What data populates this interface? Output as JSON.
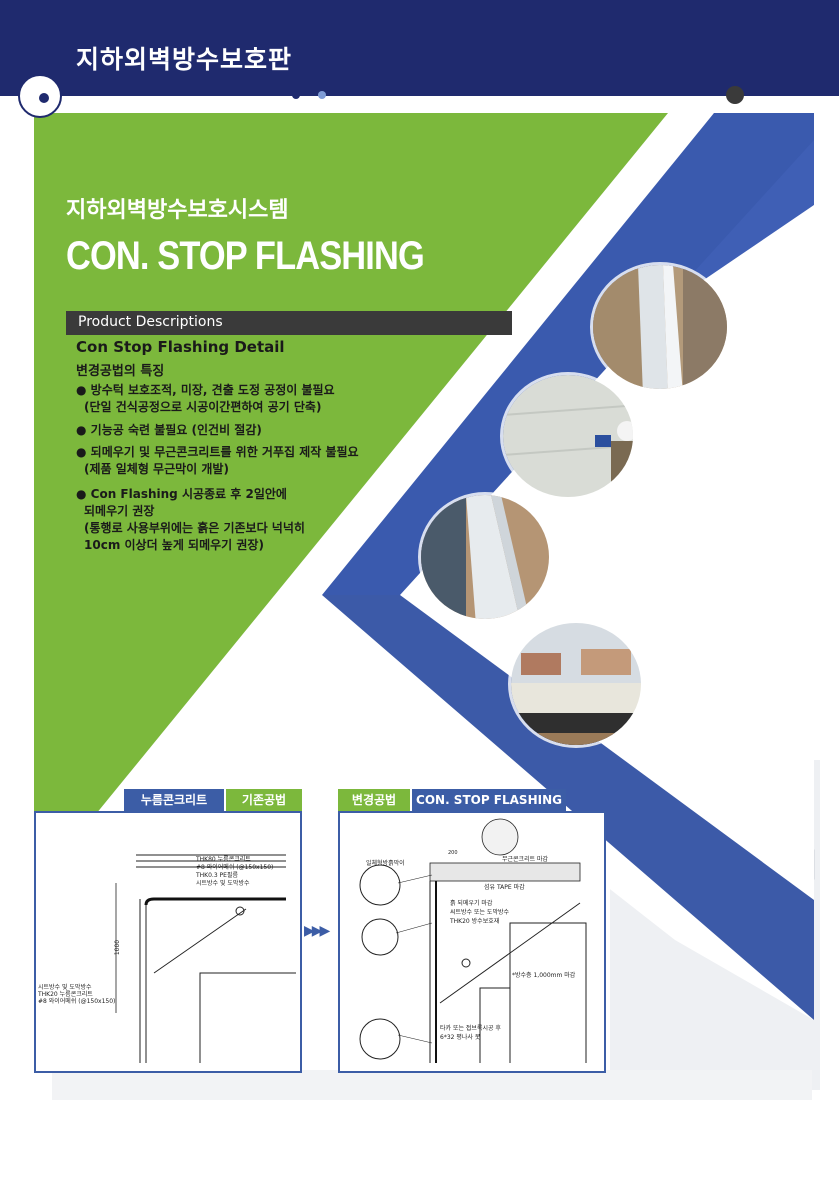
{
  "header": {
    "title": "지하외벽방수보호판"
  },
  "hero": {
    "system_title": "지하외벽방수보호시스템",
    "product_title": "CON. STOP FLASHING"
  },
  "descriptions": {
    "bar_label": "Product Descriptions",
    "detail_title": "Con Stop Flashing Detail",
    "feature_title": "변경공법의 특징",
    "bullets": [
      {
        "main": "● 방수턱 보호조적, 미장, 견출 도정 공정이 불필요",
        "sub": "(단일 건식공정으로 시공이간편하여 공기 단축)"
      },
      {
        "main": "● 기능공 숙련 불필요 (인건비 절감)",
        "sub": ""
      },
      {
        "main": "● 되메우기 및 무근콘크리트를 위한 거푸집 제작 불필요",
        "sub": "(제품 일체형 무근막이 개발)"
      },
      {
        "main": "● Con Flashing 시공종료 후 2일안에",
        "sub": "되메우기 권장"
      },
      {
        "main": "(통행로 사용부위에는 흙은 기존보다 넉넉히",
        "sub": "10cm 이상더 높게 되메우기 권장)"
      }
    ]
  },
  "diagram_left": {
    "tab_left": "누름콘크리트",
    "tab_right": "기존공법",
    "labels": [
      "THK80 누름콘크리트",
      "#8 와이어메쉬 (@150x150)",
      "THK0.3 PE필름",
      "시트방수 및 도막방수"
    ],
    "dimension": "1000",
    "bottom_labels": [
      "시트방수 및 도막방수",
      "THK20 누름콘크리트",
      "#8 와이어메쉬 (@150x150)"
    ]
  },
  "diagram_right": {
    "tab_left": "변경공법",
    "tab_right": "CON. STOP FLASHING",
    "labels": {
      "top1": "무근콘크리트 마감",
      "top2": "섬유 TAPE 마감",
      "side": "일체형방흙막이",
      "mid1": "흙 되메우기 마감",
      "mid2": "씨트방수 또는 도막방수",
      "mid3": "THK20 방수보호재",
      "right": "*방수층 1,000mm 마감",
      "bottom1": "타카 또는 접브록시공 후",
      "bottom2": "6*32 평나사 못",
      "dim": "200"
    }
  },
  "arrows": "▶▶▶",
  "colors": {
    "navy": "#1f2a6e",
    "green": "#7cb83c",
    "blue": "#3c5da6",
    "dark_blue": "#2c3d8f"
  }
}
